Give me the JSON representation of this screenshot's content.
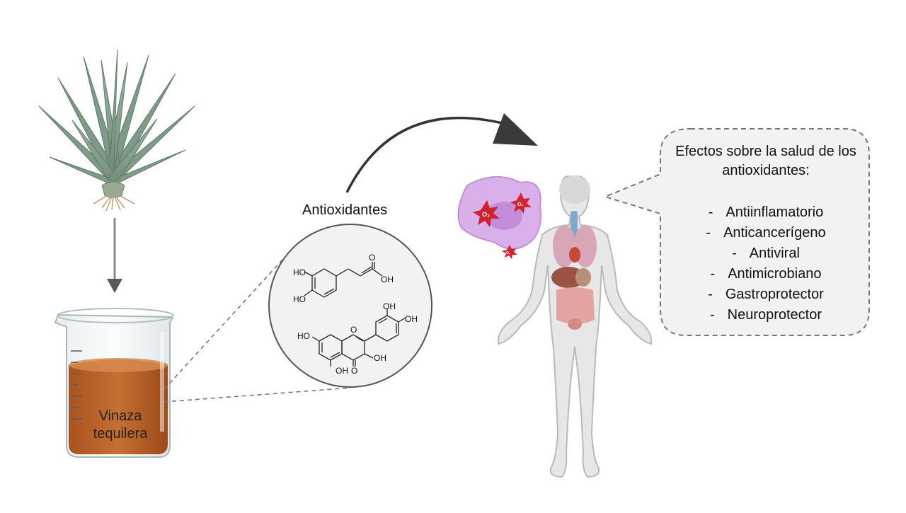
{
  "plant": {
    "icon": "agave-plant-icon"
  },
  "beaker": {
    "label_line1": "Vinaza",
    "label_line2": "tequilera",
    "liquid_color": "#b5622a"
  },
  "antioxidants": {
    "label": "Antioxidantes"
  },
  "molecules": {
    "caffeic_acid": {
      "ho_top": "HO",
      "ho_bottom": "HO",
      "carbonyl_o": "O",
      "oh": "OH"
    },
    "quercetin": {
      "oh_top": "OH",
      "oh_right": "OH",
      "ho_left": "HO",
      "ring_o": "O",
      "oh_mid": "OH",
      "oh_bottom": "OH",
      "carbonyl_o": "O"
    }
  },
  "ros": {
    "labels": [
      "O₂",
      "O₂",
      "O₂"
    ]
  },
  "body": {
    "icon": "human-body-anatomy-icon"
  },
  "health_bubble": {
    "title": "Efectos sobre la salud de los antioxidantes:",
    "dash": "-",
    "effects": [
      "Antiinflamatorio",
      "Anticancerígeno",
      "Antiviral",
      "Antimicrobiano",
      "Gastroprotector",
      "Neuroprotector"
    ]
  },
  "colors": {
    "arrow": "#333333",
    "dashed": "#777777",
    "bubble_bg": "#f2f2f2",
    "cell": "#d7a8e8"
  }
}
